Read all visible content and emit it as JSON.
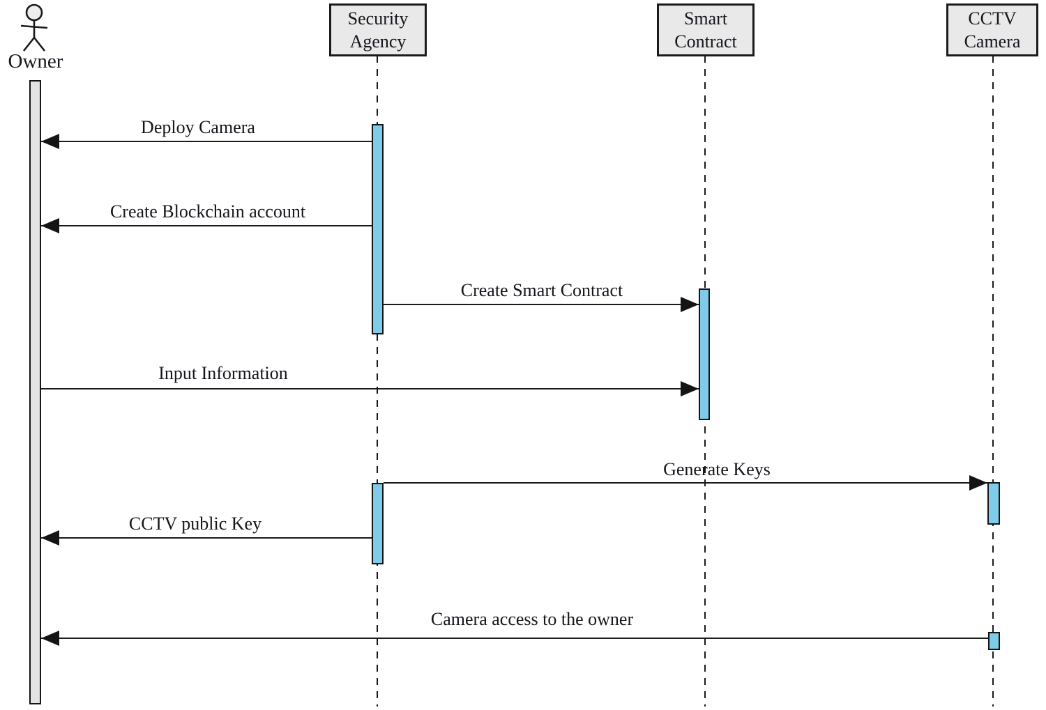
{
  "actors": {
    "owner": {
      "label": "Owner"
    },
    "security_agency": {
      "line1": "Security",
      "line2": "Agency"
    },
    "smart_contract": {
      "line1": "Smart",
      "line2": "Contract"
    },
    "cctv_camera": {
      "line1": "CCTV",
      "line2": "Camera"
    }
  },
  "messages": [
    {
      "label": "Deploy Camera",
      "from": "Security Agency",
      "to": "Owner",
      "direction": "left"
    },
    {
      "label": "Create Blockchain account",
      "from": "Security Agency",
      "to": "Owner",
      "direction": "left"
    },
    {
      "label": "Create Smart Contract",
      "from": "Security Agency",
      "to": "Smart Contract",
      "direction": "right"
    },
    {
      "label": "Input Information",
      "from": "Owner",
      "to": "Smart Contract",
      "direction": "right"
    },
    {
      "label": "Generate Keys",
      "from": "Security Agency",
      "to": "CCTV Camera",
      "direction": "right"
    },
    {
      "label": "CCTV public Key",
      "from": "Security Agency",
      "to": "Owner",
      "direction": "left"
    },
    {
      "label": "Camera access to the owner",
      "from": "CCTV Camera",
      "to": "Owner",
      "direction": "left"
    }
  ],
  "colors": {
    "activation_fill": "#7ECBEA",
    "activation_border": "#141414",
    "box_fill": "#E9E9E9",
    "box_border": "#1B1B1B",
    "line": "#1A1A1A",
    "text": "#15151C",
    "owner_bar_fill": "#E3E3E3",
    "background": "#FFFFFF"
  }
}
